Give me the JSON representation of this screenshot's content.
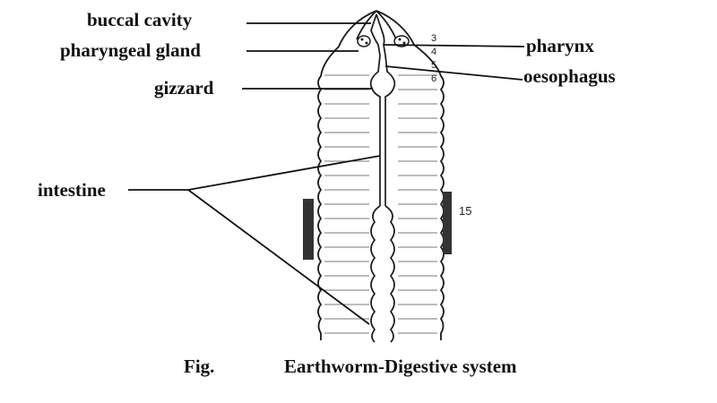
{
  "labels": {
    "buccal_cavity": "buccal cavity",
    "pharyngeal_gland": "pharyngeal gland",
    "gizzard": "gizzard",
    "intestine": "intestine",
    "pharynx": "pharynx",
    "oesophagus": "oesophagus"
  },
  "segment_numbers": [
    "3",
    "4",
    "5",
    "6"
  ],
  "clitellum_segment": "15",
  "caption": {
    "prefix": "Fig.",
    "title": "Earthworm-Digestive system"
  }
}
